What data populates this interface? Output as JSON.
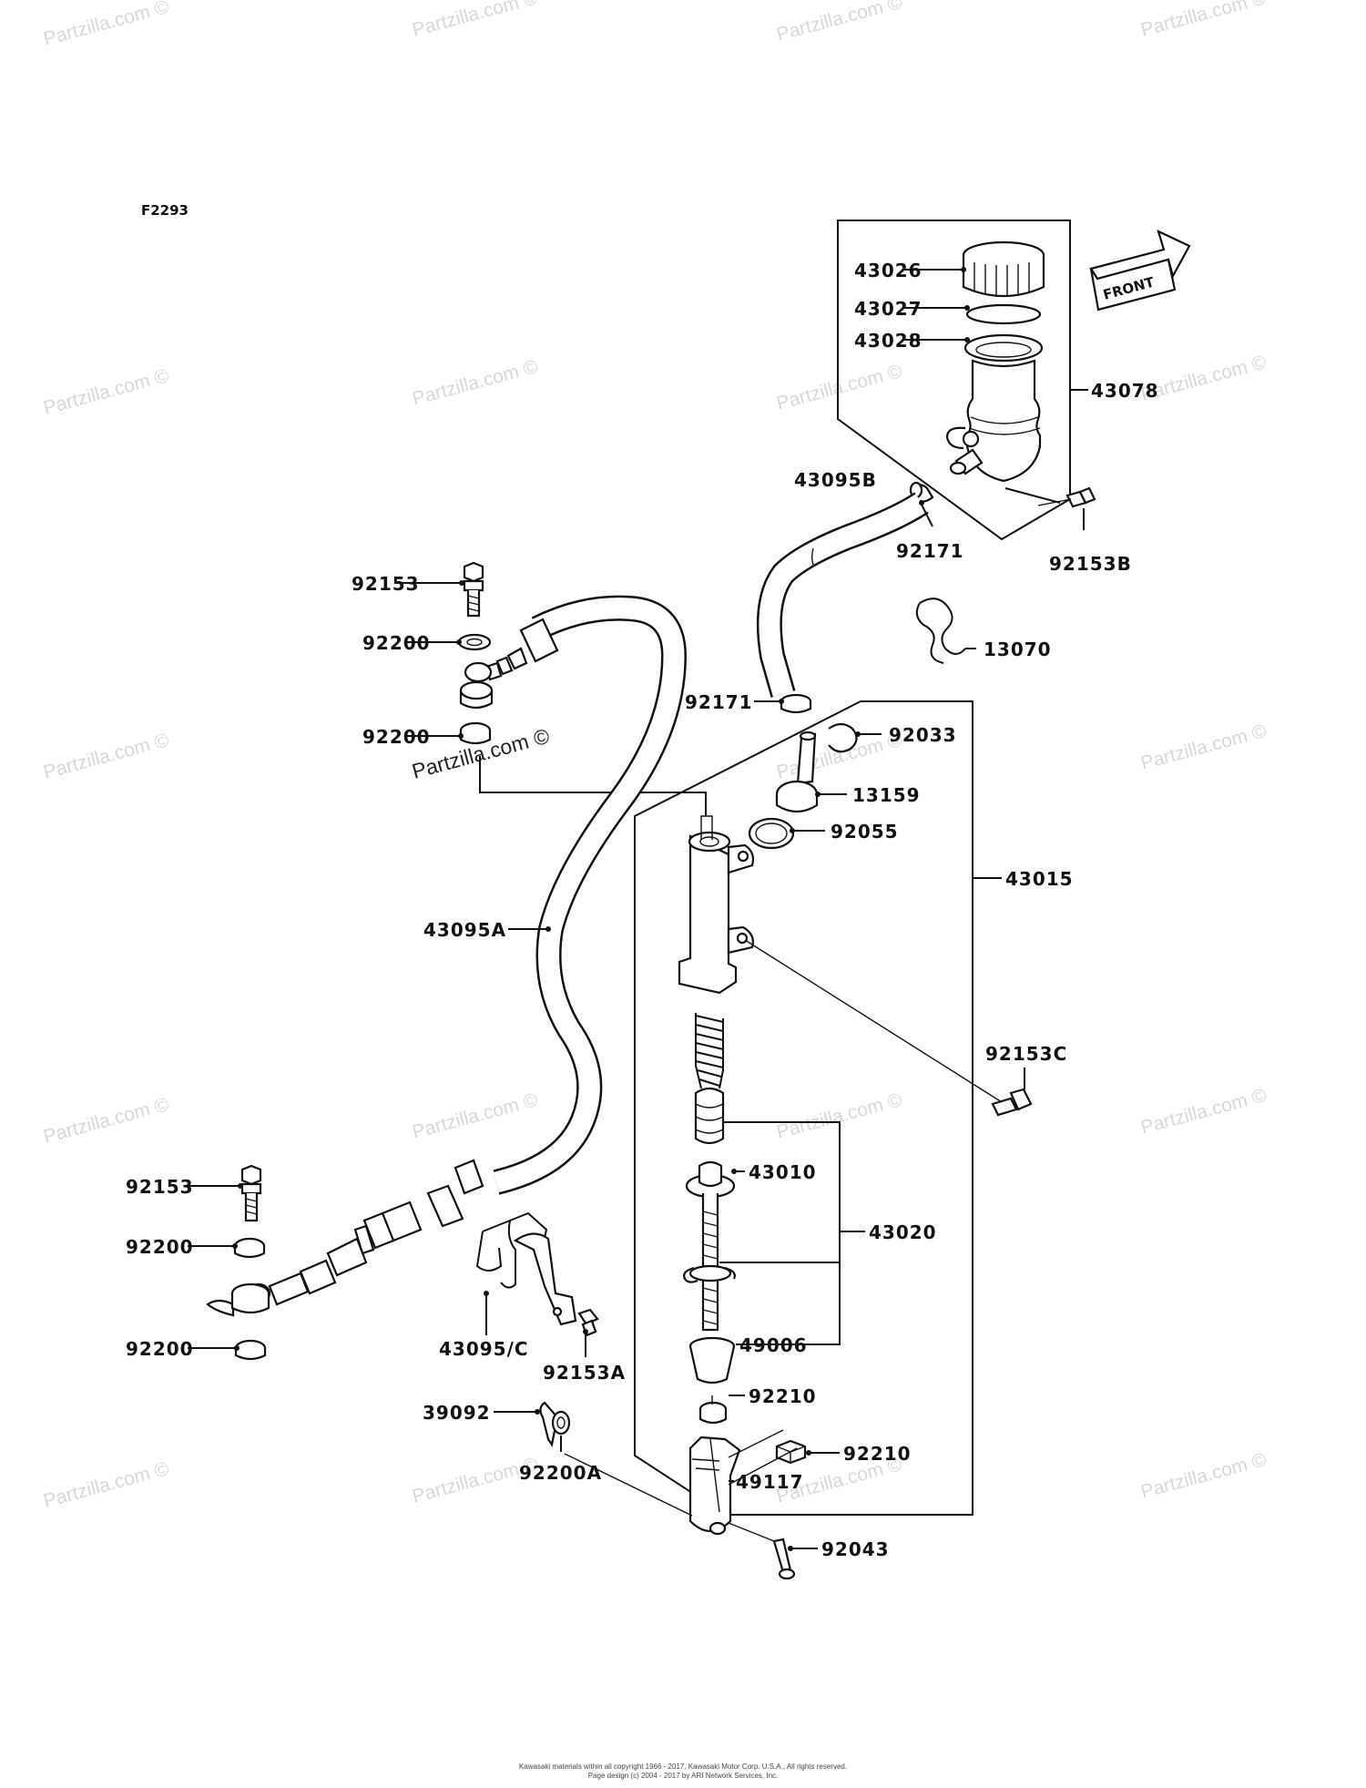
{
  "figure_code": "F2293",
  "watermark_text": "Partzilla.com ©",
  "watermark_mid": "Partzilla.com ©",
  "front_arrow_label": "FRONT",
  "parts": {
    "p43026": "43026",
    "p43027": "43027",
    "p43028": "43028",
    "p43078": "43078",
    "p43095B": "43095B",
    "p92171a": "92171",
    "p92153B": "92153B",
    "p92153a": "92153",
    "p92200a": "92200",
    "p13070": "13070",
    "p92171b": "92171",
    "p92033": "92033",
    "p92200b": "92200",
    "p13159": "13159",
    "p92055": "92055",
    "p43015": "43015",
    "p43095A": "43095A",
    "p92153C": "92153C",
    "p43010": "43010",
    "p92153b": "92153",
    "p43020": "43020",
    "p92200c": "92200",
    "p92200d": "92200",
    "p43095C": "43095/C",
    "p49006": "49006",
    "p92153A": "92153A",
    "p92210a": "92210",
    "p39092": "39092",
    "p92210b": "92210",
    "p92200A": "92200A",
    "p49117": "49117",
    "p92043": "92043"
  },
  "footer": {
    "line1": "Kawasaki materials within all copyright 1966 - 2017. Kawasaki Motor Corp. U.S.A., All rights reserved.",
    "line2": "Page design (c) 2004 - 2017 by ARI Network Services, Inc."
  }
}
